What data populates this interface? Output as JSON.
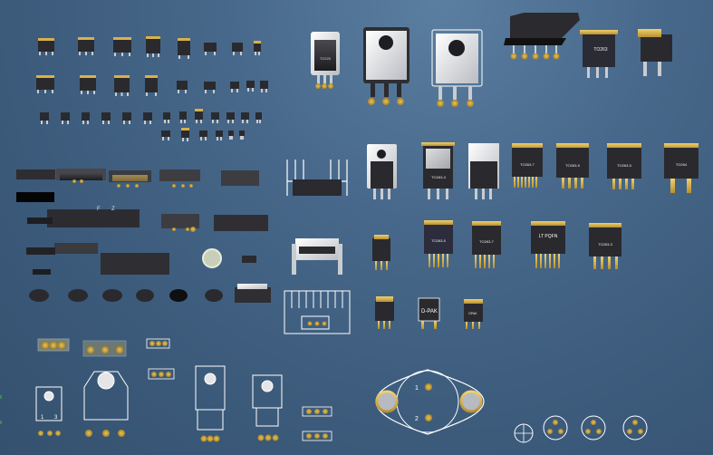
{
  "viewer": {
    "title": "",
    "background_colors": [
      "#5b7fa1",
      "#3a5878"
    ]
  },
  "colors": {
    "body_dark": "#2b2b2e",
    "body_black": "#121214",
    "pad_gold": "#d8b14a",
    "lead_silver": "#c9ccd0",
    "metal_tab": "#e4e4e6",
    "outline": "#ffffff",
    "pcb_green": "#3f8a4f"
  },
  "labels": {
    "to220_a": "TO220",
    "to263": "TO263",
    "to263_3": "TO263-3",
    "to263_7": "TO263-7",
    "to263_5": "TO263-5",
    "to264": "TO264",
    "to263_5b": "TO263-5",
    "to263_7b": "TO263-7",
    "ltc": "LT PQFN",
    "to263_3b": "TO263-3",
    "dpak": "D-PAK",
    "dpak2": "DPAK",
    "pin1": "1",
    "pin2": "2",
    "pin_a": "1",
    "pin_b": "3",
    "zr": "Z",
    "zr2": "F"
  }
}
